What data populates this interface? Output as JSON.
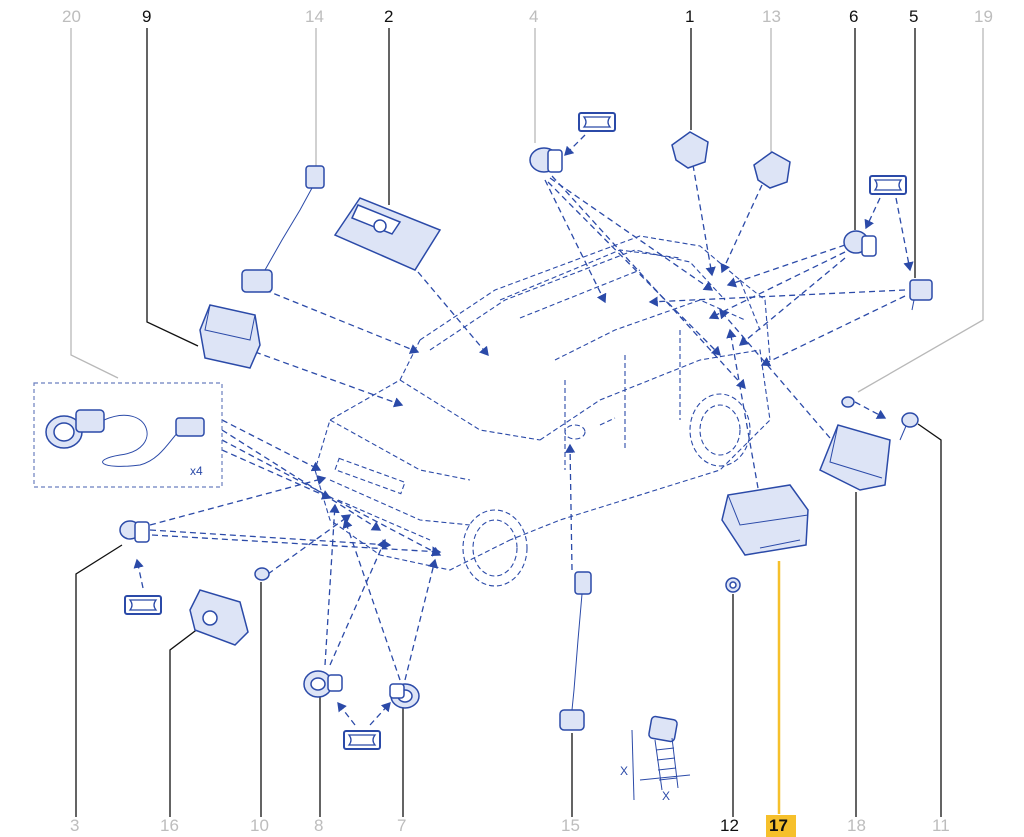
{
  "callouts": {
    "c20": "20",
    "c9": "9",
    "c14": "14",
    "c2": "2",
    "c4": "4",
    "c1": "1",
    "c13": "13",
    "c6": "6",
    "c5": "5",
    "c19": "19",
    "c3": "3",
    "c16": "16",
    "c10": "10",
    "c8": "8",
    "c7": "7",
    "c15": "15",
    "c12": "12",
    "c17": "17",
    "c18": "18",
    "c11": "11"
  },
  "inset": {
    "quantity": "x4"
  },
  "fastener": {
    "dim_label_1": "X",
    "dim_label_2": "X"
  },
  "colors": {
    "line_blue": "#2b4aa8",
    "highlight": "#f6c02b",
    "active_callout": "#111111",
    "inactive_callout": "#bdbdbd"
  },
  "highlighted_part": "17"
}
